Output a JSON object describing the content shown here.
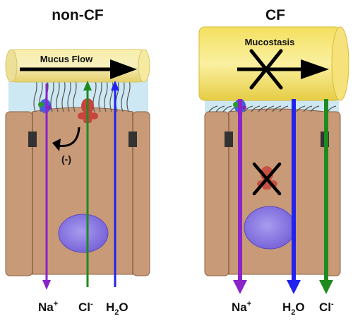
{
  "panels": {
    "left": {
      "title": "non-CF",
      "mucus_label": "Mucus Flow",
      "feedback_label": "(-)",
      "ions": [
        {
          "base": "Na",
          "sup": "+",
          "sub": ""
        },
        {
          "base": "Cl",
          "sup": "-",
          "sub": ""
        },
        {
          "base": "H",
          "sup": "",
          "sub": "2",
          "tail": "O"
        }
      ]
    },
    "right": {
      "title": "CF",
      "mucus_label": "Mucostasis",
      "ions": [
        {
          "base": "Na",
          "sup": "+",
          "sub": ""
        },
        {
          "base": "H",
          "sup": "",
          "sub": "2",
          "tail": "O"
        },
        {
          "base": "Cl",
          "sup": "-",
          "sub": ""
        }
      ]
    }
  },
  "colors": {
    "sodium": "#8a24c8",
    "chloride": "#1f8a1f",
    "water": "#2222ee",
    "cell": "#c99a78",
    "cell_edge": "#8a6040",
    "nucleus": "#8f80e0",
    "mucus": "#f2e27a",
    "periciliary": "#cde8f2",
    "cftr": "#c7453c",
    "enac": "#4a5ae0",
    "junction": "#333333"
  }
}
